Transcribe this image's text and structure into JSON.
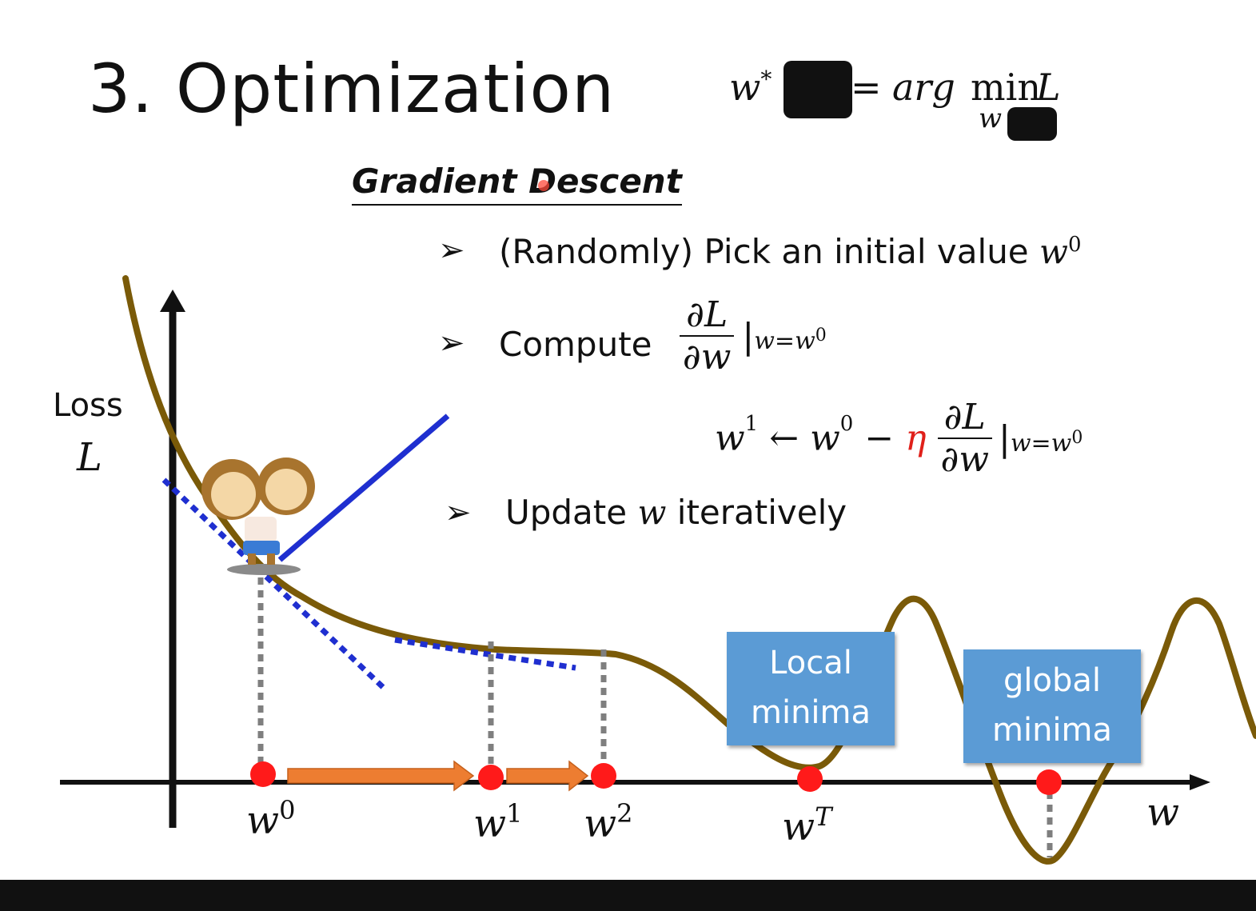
{
  "slide": {
    "title": "3. Optimization",
    "objective": {
      "lhs": "w",
      "lhs_sup": "*",
      "eq": "=",
      "arg": "arg",
      "min": "min",
      "min_sub": "w",
      "loss": "L"
    },
    "section_heading": "Gradient Descent",
    "bullets": [
      {
        "text": "(Randomly) Pick an initial value ",
        "var": "w",
        "var_sup": "0"
      },
      {
        "text": "Compute",
        "num": "∂L",
        "den": "∂w",
        "eval": "w=w",
        "eval_sup": "0"
      },
      {
        "text": "Update ",
        "var": "w",
        "after": " iteratively"
      }
    ],
    "update_rule": {
      "lhs": "w",
      "lhs_sup": "1",
      "arrow": "←",
      "rhs": "w",
      "rhs_sup": "0",
      "minus": "−",
      "eta": "η",
      "num": "∂L",
      "den": "∂w",
      "eval": "w=w",
      "eval_sup": "0"
    },
    "bullet_symbol": "➢"
  },
  "diagram": {
    "y_axis_label_line1": "Loss",
    "y_axis_label_line2": "L",
    "x_axis_label": "w",
    "points": [
      {
        "label": "w",
        "sup": "0"
      },
      {
        "label": "w",
        "sup": "1"
      },
      {
        "label": "w",
        "sup": "2"
      },
      {
        "label": "w",
        "sup": "T"
      }
    ],
    "local_minima_label": [
      "Local",
      "minima"
    ],
    "global_minima_label": [
      "global",
      "minima"
    ]
  },
  "colors": {
    "curve": "#7a5a08",
    "tangent": "#1f2fd0",
    "marker": "#ff1a1a",
    "step_arrow": "#ed7d31",
    "box": "#5b9bd5",
    "eta": "#e0201a",
    "dotted_guide": "#7f7f7f"
  }
}
